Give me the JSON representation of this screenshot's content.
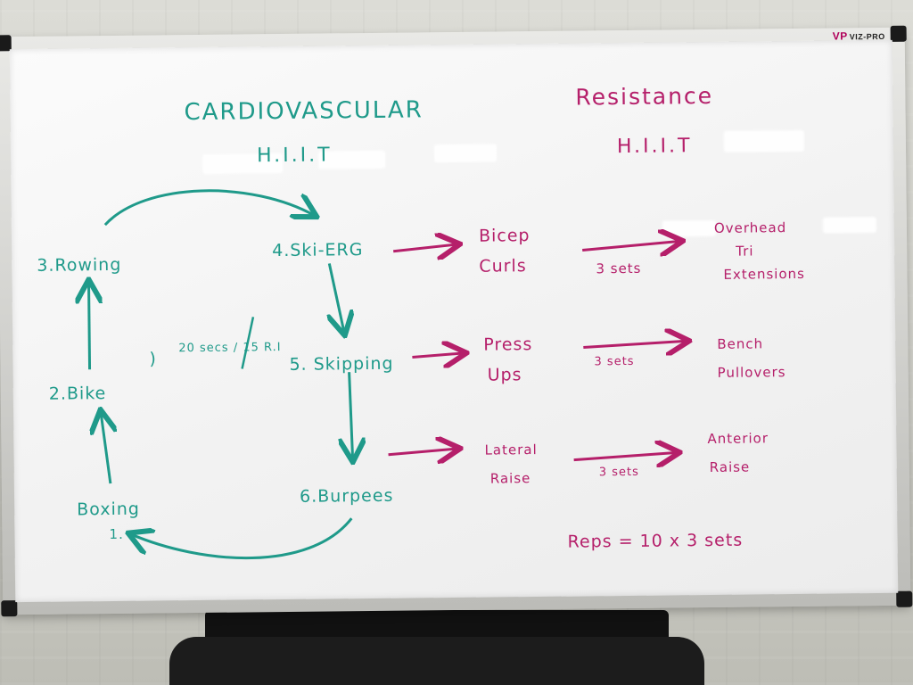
{
  "brand": {
    "logo": "VP",
    "name": "VIZ-PRO"
  },
  "cardio": {
    "title": "CARDIOVASCULAR",
    "subtitle": "H.I.I.T",
    "stations": {
      "s1_name": "Boxing",
      "s1_num": "1.",
      "s2": "2.Bike",
      "s3": "3.Rowing",
      "s4": "4.Ski-ERG",
      "s5": "5. Skipping",
      "s6": "6.Burpees"
    },
    "timing_paren": ")",
    "timing": "20 secs / 15 R.I"
  },
  "resistance": {
    "title": "Resistance",
    "subtitle": "H.I.I.T",
    "rows": [
      {
        "ex1_line1": "Bicep",
        "ex1_line2": "Curls",
        "sets": "3 sets",
        "ex2_line1": "Overhead",
        "ex2_line2": "Tri",
        "ex2_line3": "Extensions"
      },
      {
        "ex1_line1": "Press",
        "ex1_line2": "Ups",
        "sets": "3 sets",
        "ex2_line1": "Bench",
        "ex2_line2": "Pullovers"
      },
      {
        "ex1_line1": "Lateral",
        "ex1_line2": "Raise",
        "sets": "3 sets",
        "ex2_line1": "Anterior",
        "ex2_line2": "Raise"
      }
    ],
    "reps_note": "Reps = 10 x 3 sets"
  },
  "colors": {
    "teal_marker": "#1f9a8a",
    "pink_marker": "#b51f6a",
    "frame": "#cfcfca"
  }
}
